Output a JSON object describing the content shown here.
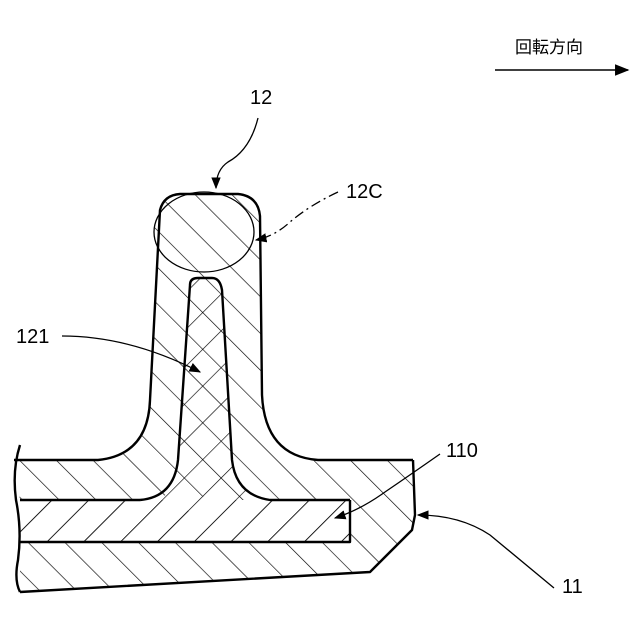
{
  "direction": {
    "label": "回転方向"
  },
  "labels": {
    "part_12": "12",
    "part_12c": "12C",
    "part_121": "121",
    "part_110": "110",
    "part_11": "11"
  }
}
